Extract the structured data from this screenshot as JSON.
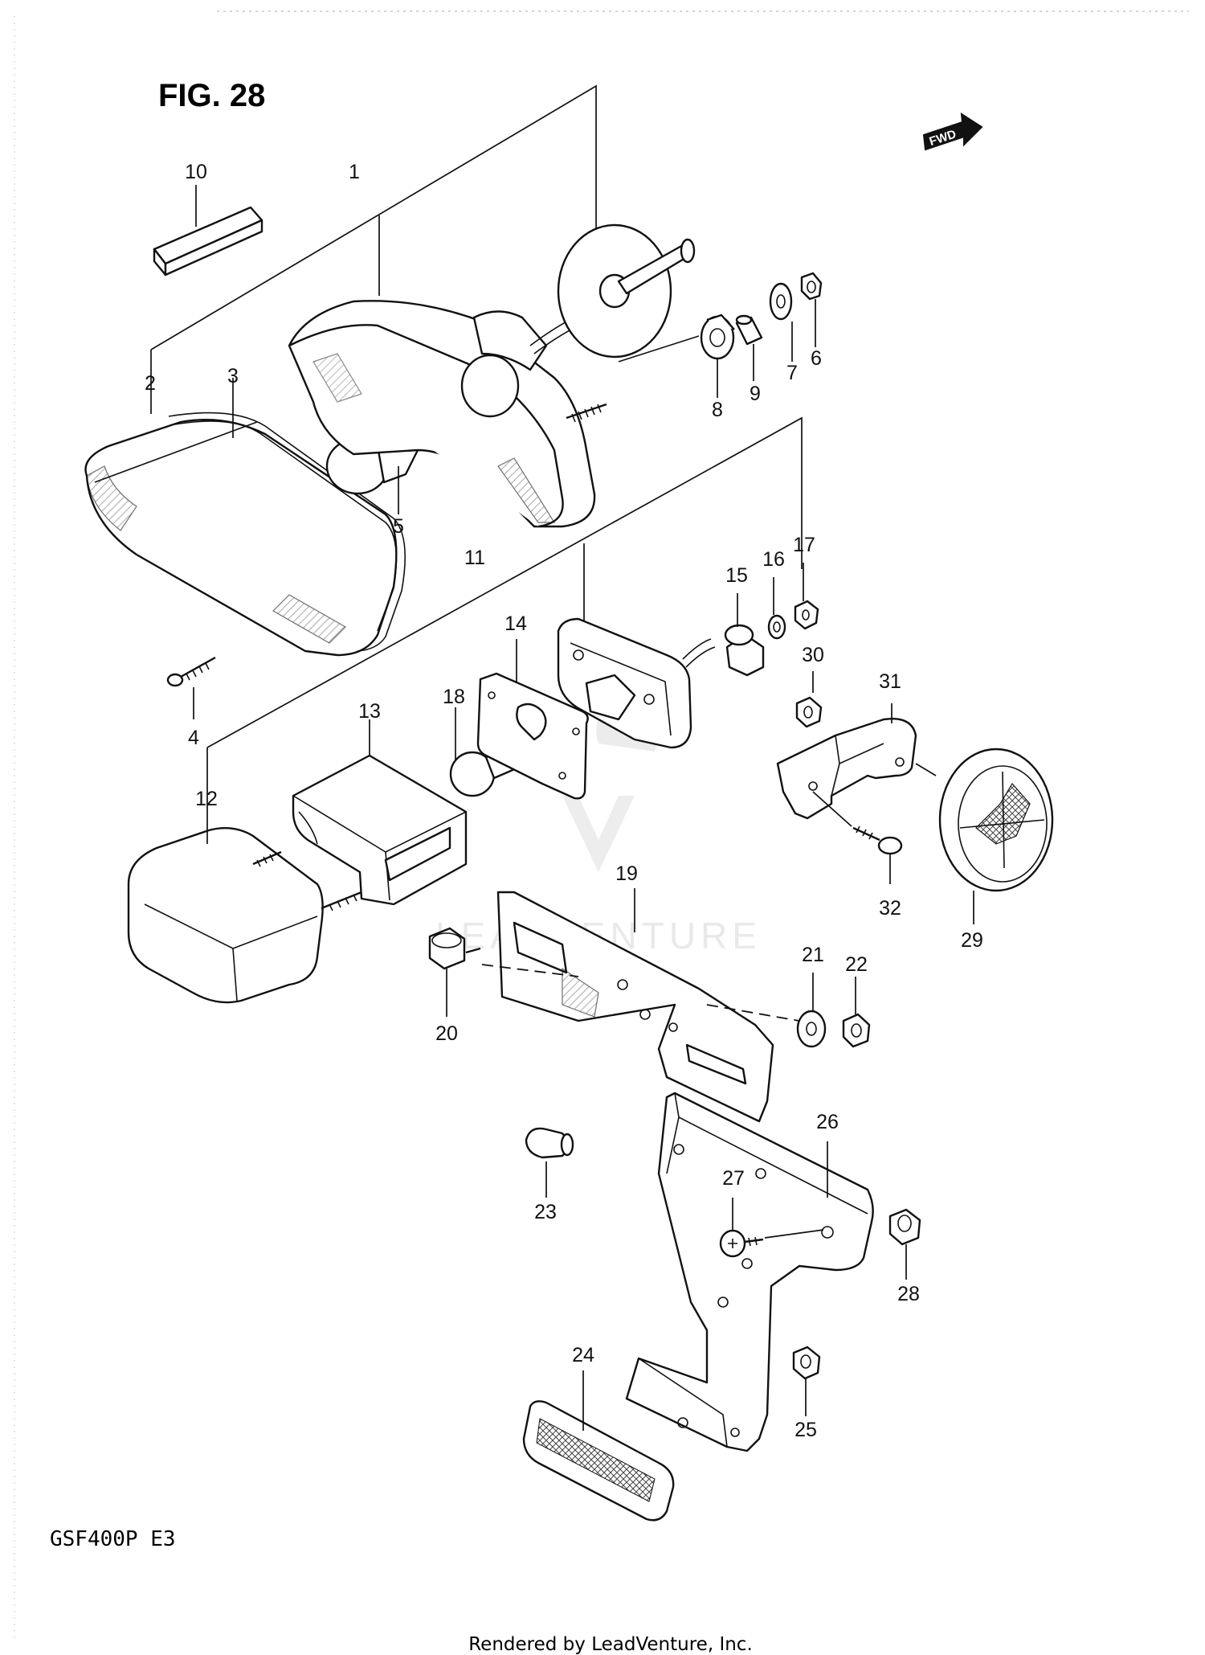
{
  "figure": {
    "title": "FIG. 28",
    "fwd_label": "FWD",
    "model": "GSF400P  E3",
    "footer": "Rendered by LeadVenture, Inc.",
    "watermark": "LEADVENTURE"
  },
  "callouts": [
    {
      "id": "c1",
      "label": "1"
    },
    {
      "id": "c2",
      "label": "2"
    },
    {
      "id": "c3",
      "label": "3"
    },
    {
      "id": "c4",
      "label": "4"
    },
    {
      "id": "c5",
      "label": "5"
    },
    {
      "id": "c6",
      "label": "6"
    },
    {
      "id": "c7",
      "label": "7"
    },
    {
      "id": "c8",
      "label": "8"
    },
    {
      "id": "c9",
      "label": "9"
    },
    {
      "id": "c10",
      "label": "10"
    },
    {
      "id": "c11",
      "label": "11"
    },
    {
      "id": "c12",
      "label": "12"
    },
    {
      "id": "c13",
      "label": "13"
    },
    {
      "id": "c14",
      "label": "14"
    },
    {
      "id": "c15",
      "label": "15"
    },
    {
      "id": "c16",
      "label": "16"
    },
    {
      "id": "c17",
      "label": "17"
    },
    {
      "id": "c18",
      "label": "18"
    },
    {
      "id": "c19",
      "label": "19"
    },
    {
      "id": "c20",
      "label": "20"
    },
    {
      "id": "c21",
      "label": "21"
    },
    {
      "id": "c22",
      "label": "22"
    },
    {
      "id": "c23",
      "label": "23"
    },
    {
      "id": "c24",
      "label": "24"
    },
    {
      "id": "c25",
      "label": "25"
    },
    {
      "id": "c26",
      "label": "26"
    },
    {
      "id": "c27",
      "label": "27"
    },
    {
      "id": "c28",
      "label": "28"
    },
    {
      "id": "c29",
      "label": "29"
    },
    {
      "id": "c30",
      "label": "30"
    },
    {
      "id": "c31",
      "label": "31"
    },
    {
      "id": "c32",
      "label": "32"
    }
  ]
}
